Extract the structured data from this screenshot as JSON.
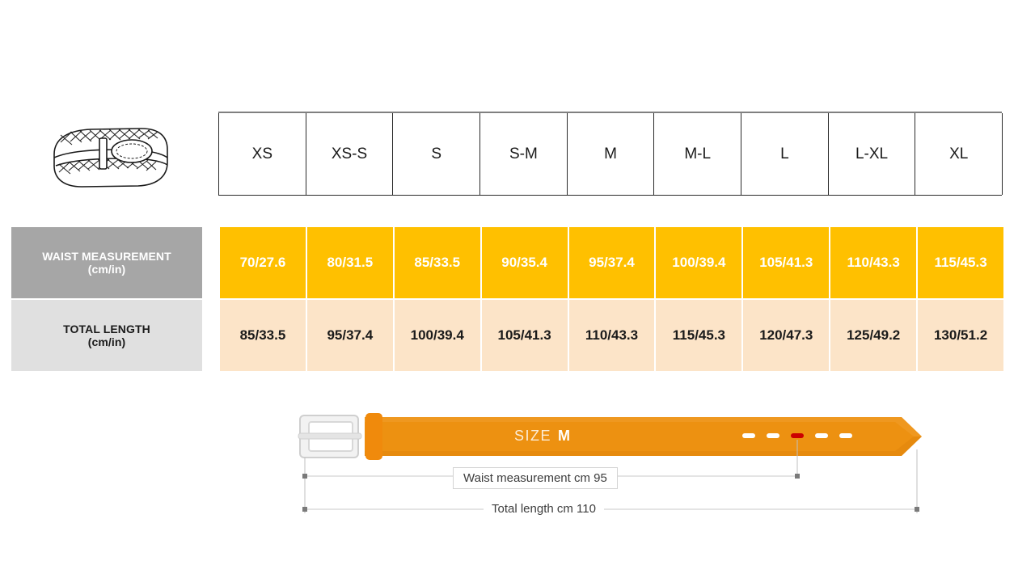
{
  "product_icon": {
    "name": "braided-belt-illustration"
  },
  "table": {
    "size_headers": [
      "XS",
      "XS-S",
      "S",
      "S-M",
      "M",
      "M-L",
      "L",
      "L-XL",
      "XL"
    ],
    "rows": [
      {
        "label_line1": "WAIST MEASUREMENT",
        "label_line2": "(cm/in)",
        "values": [
          "70/27.6",
          "80/31.5",
          "85/33.5",
          "90/35.4",
          "95/37.4",
          "100/39.4",
          "105/41.3",
          "110/43.3",
          "115/45.3"
        ]
      },
      {
        "label_line1": "TOTAL LENGTH",
        "label_line2": "(cm/in)",
        "values": [
          "85/33.5",
          "95/37.4",
          "100/39.4",
          "105/41.3",
          "110/43.3",
          "115/45.3",
          "120/47.3",
          "125/49.2",
          "130/51.2"
        ]
      }
    ]
  },
  "belt_diagram": {
    "size_prefix": "SIZE",
    "size_value": "M",
    "waist_dimension_label": "Waist measurement cm 95",
    "total_dimension_label": "Total length cm 110",
    "hole_count": 5,
    "active_hole_index": 2
  },
  "colors": {
    "waist_row_bg": "#FFC000",
    "length_row_bg": "#FCE4C8",
    "waist_label_bg": "#A6A6A6",
    "length_label_bg": "#E0E0E0",
    "belt_body": "#ED9111",
    "belt_loop": "#F08A0C",
    "active_hole": "#CC0000",
    "buckle": "#EDEDED",
    "page_bg": "#FFFFFF"
  }
}
